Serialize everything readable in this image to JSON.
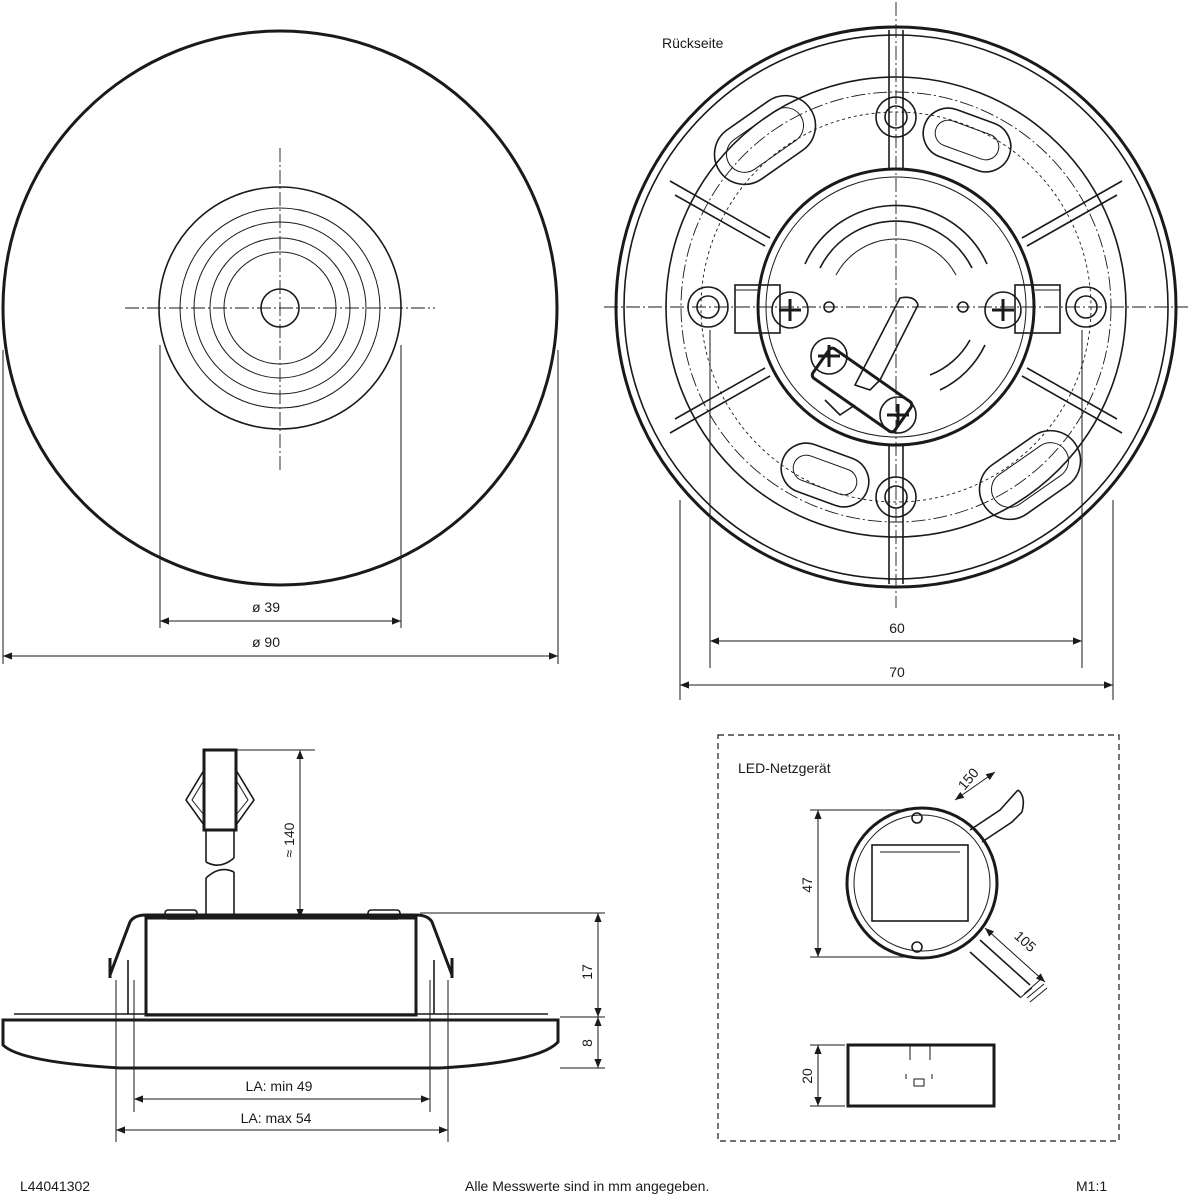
{
  "front_view": {
    "dims": {
      "inner": "ø 39",
      "outer": "ø 90"
    }
  },
  "back_view": {
    "title": "Rückseite",
    "dims": {
      "inner": "60",
      "outer": "70"
    }
  },
  "side_view": {
    "dims": {
      "cable": "≈ 140",
      "height": "17",
      "flange": "8",
      "la_min": "LA: min 49",
      "la_max": "LA: max 54"
    }
  },
  "power_supply": {
    "title": "LED-Netzgerät",
    "dims": {
      "cable_a": "150",
      "diameter": "47",
      "cable_b": "105",
      "height": "20"
    }
  },
  "footer": {
    "code": "L44041302",
    "note": "Alle Messwerte sind in mm angegeben.",
    "scale": "M1:1"
  }
}
